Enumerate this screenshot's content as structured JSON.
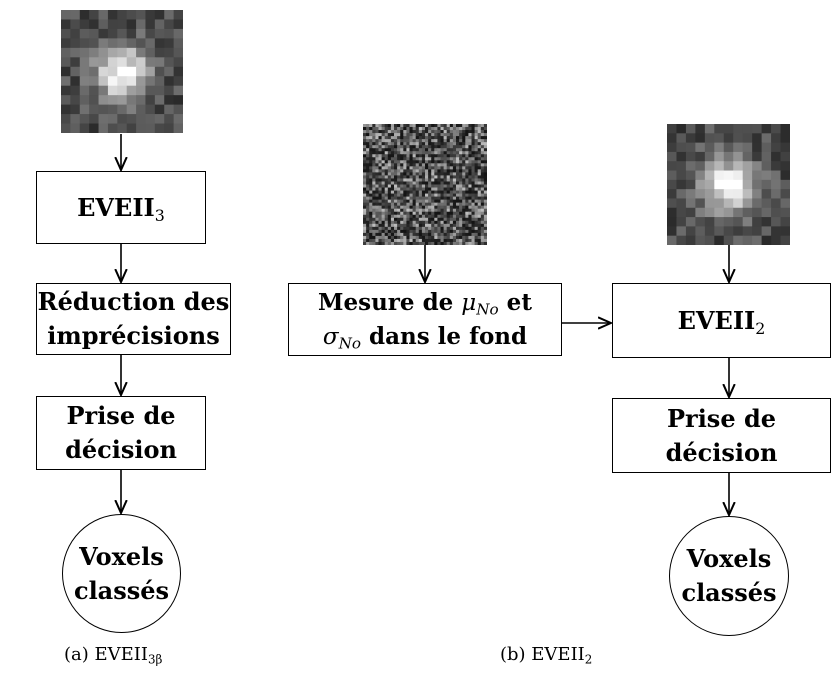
{
  "left_panel": {
    "eveii3": {
      "main": "EVEII",
      "sub": "3"
    },
    "reduction": {
      "line1": "Réduction des",
      "line2": "imprécisions"
    },
    "decision": {
      "line1": "Prise de",
      "line2": "décision"
    },
    "voxels": {
      "line1": "Voxels",
      "line2": "classés"
    },
    "caption": {
      "label": "(a) EVEII",
      "sub": "3β"
    }
  },
  "right_panel": {
    "mesure": {
      "l1_text": "Mesure de ",
      "l1_mu": "μ",
      "l1_mu_sub": "No",
      "l1_end": " et",
      "l2_sigma": "σ",
      "l2_sigma_sub": "No",
      "l2_end": " dans le fond"
    },
    "eveii2": {
      "main": "EVEII",
      "sub": "2"
    },
    "decision": {
      "line1": "Prise de",
      "line2": "décision"
    },
    "voxels": {
      "line1": "Voxels",
      "line2": "classés"
    },
    "caption": {
      "label": "(b) EVEII",
      "sub": "2"
    }
  },
  "thumbnails": {
    "left_image": "grayscale-image-thumbnail",
    "noise_image": "noise-image-thumbnail",
    "right_image": "grayscale-image-thumbnail"
  }
}
